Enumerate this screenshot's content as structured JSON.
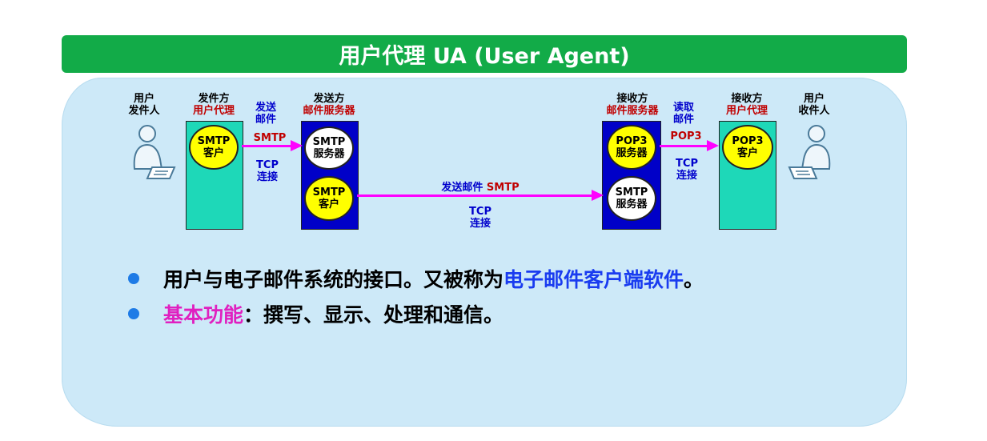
{
  "header": {
    "title": "用户代理 UA (User Agent)"
  },
  "diagram": {
    "sender_user": [
      "用户",
      "发件人"
    ],
    "sender_ua": {
      "line1": "发件方",
      "line2": "用户代理"
    },
    "sender_server": {
      "line1": "发送方",
      "line2": "邮件服务器"
    },
    "receiver_server": {
      "line1": "接收方",
      "line2": "邮件服务器"
    },
    "receiver_ua": {
      "line1": "接收方",
      "line2": "用户代理"
    },
    "receiver_user": [
      "用户",
      "收件人"
    ],
    "send_mail": [
      "发送",
      "邮件"
    ],
    "smtp": "SMTP",
    "read_mail": [
      "读取",
      "邮件"
    ],
    "pop3": "POP3",
    "tcp_conn": [
      "TCP",
      "连接"
    ],
    "middle_label_blue": "发送邮件",
    "middle_label_red": "SMTP",
    "circles": {
      "smtp_client": [
        "SMTP",
        "客户"
      ],
      "smtp_server": [
        "SMTP",
        "服务器"
      ],
      "pop3_server": [
        "POP3",
        "服务器"
      ],
      "pop3_client": [
        "POP3",
        "客户"
      ]
    }
  },
  "bullets": [
    {
      "text": "用户与电子邮件系统的接口。又被称为",
      "highlight": "电子邮件客户端软件",
      "end": "。"
    },
    {
      "highlight": "基本功能",
      "text": "：撰写、显示、处理和通信。"
    }
  ],
  "colors": {
    "header": "#12ab48",
    "panel": "#cde9f8",
    "arrow": "#ff00ff",
    "teal": "#1ed8b8",
    "navy": "#0000c8"
  }
}
